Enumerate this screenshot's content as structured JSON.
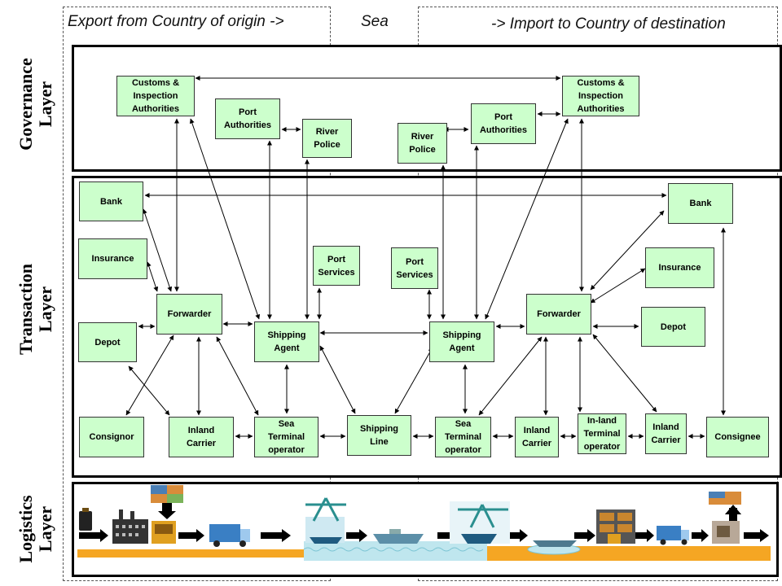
{
  "headers": {
    "export": "Export from Country of origin ->",
    "sea": "Sea",
    "import": "-> Import to Country of destination"
  },
  "layers": {
    "governance": "Governance\nLayer",
    "transaction": "Transaction\nLayer",
    "logistics": "Logistics\nLayer"
  },
  "nodes": {
    "customs_l": "Customs &\nInspection\nAuthorities",
    "port_auth_l": "Port\nAuthorities",
    "river_police_l": "River\nPolice",
    "river_police_r": "River\nPolice",
    "port_auth_r": "Port\nAuthorities",
    "customs_r": "Customs &\nInspection\nAuthorities",
    "bank_l": "Bank",
    "bank_r": "Bank",
    "insurance_l": "Insurance",
    "insurance_r": "Insurance",
    "port_services_l": "Port\nServices",
    "port_services_r": "Port\nServices",
    "forwarder_l": "Forwarder",
    "forwarder_r": "Forwarder",
    "depot_l": "Depot",
    "depot_r": "Depot",
    "shipping_agent_l": "Shipping\nAgent",
    "shipping_agent_r": "Shipping\nAgent",
    "consignor": "Consignor",
    "inland_carrier_l": "Inland\nCarrier",
    "sea_terminal_l": "Sea\nTerminal\noperator",
    "shipping_line": "Shipping\nLine",
    "sea_terminal_r": "Sea\nTerminal\noperator",
    "inland_carrier_r1": "Inland\nCarrier",
    "inland_terminal_r": "In-land\nTerminal\noperator",
    "inland_carrier_r2": "Inland\nCarrier",
    "consignee": "Consignee"
  },
  "logistics_icons": [
    "container-icon",
    "factory-icon",
    "crane-icon",
    "truck-icon",
    "port-crane-icon",
    "ship-icon",
    "ship-icon",
    "port-crane-icon",
    "barge-icon",
    "warehouse-icon",
    "truck-icon",
    "forklift-icon"
  ],
  "colors": {
    "node_fill": "#ccffcc",
    "road": "#f5a623",
    "water": "#bfe6ee"
  }
}
